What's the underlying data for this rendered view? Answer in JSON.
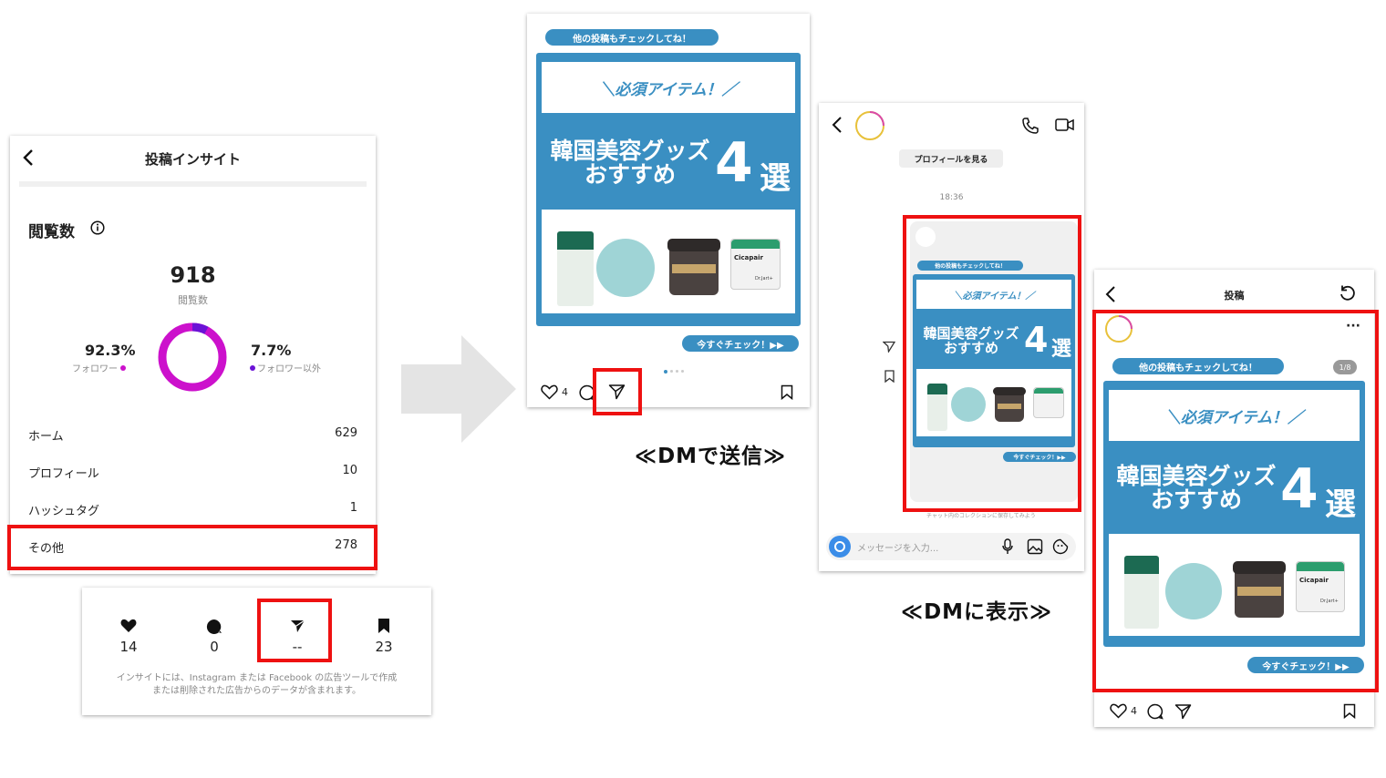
{
  "insight": {
    "header_title": "投稿インサイト",
    "views_title": "閲覧数",
    "total": "918",
    "total_label": "閲覧数",
    "follower_pct": "92.3%",
    "follower_label": "フォロワー",
    "nonfollower_pct": "7.7%",
    "nonfollower_label": "フォロワー以外",
    "donut": {
      "follower_share": 0.923,
      "follower_color": "#cc11cc",
      "nonfollower_color": "#6b12d6"
    },
    "sources": [
      {
        "label": "ホーム",
        "value": "629"
      },
      {
        "label": "プロフィール",
        "value": "10"
      },
      {
        "label": "ハッシュタグ",
        "value": "1"
      },
      {
        "label": "その他",
        "value": "278"
      }
    ]
  },
  "stats": {
    "likes": "14",
    "comments": "0",
    "shares": "--",
    "saves": "23",
    "note_line1": "インサイトには、Instagram または Facebook の広告ツールで作成",
    "note_line2": "または削除された広告からのデータが含まれます。"
  },
  "post": {
    "check_pill": "他の投稿もチェックしてね！",
    "banner": "＼必須アイテム！／",
    "headline_line1": "韓国美容グッズ",
    "headline_line2": "おすすめ",
    "big_number": "4",
    "sen": "選",
    "now_pill": "今すぐチェック！▶▶",
    "brand_label": "Cicapair",
    "brand_sub": "Dr.Jart+",
    "like_count": "4"
  },
  "captions": {
    "send": "≪DMで送信≫",
    "display": "≪DMに表示≫"
  },
  "dm": {
    "profile_button": "プロフィールを見る",
    "time": "18:36",
    "saved_note": "チャット内のコレクションに保存してみよう",
    "input_placeholder": "メッセージを入力..."
  },
  "postview": {
    "title": "投稿",
    "counter": "1/8",
    "more": "···",
    "like_count": "4"
  },
  "colors": {
    "accent_blue": "#3a8fc2",
    "highlight_red": "#ee1111",
    "follower_pink": "#cc11cc",
    "nonfollower_purple": "#6b12d6"
  }
}
